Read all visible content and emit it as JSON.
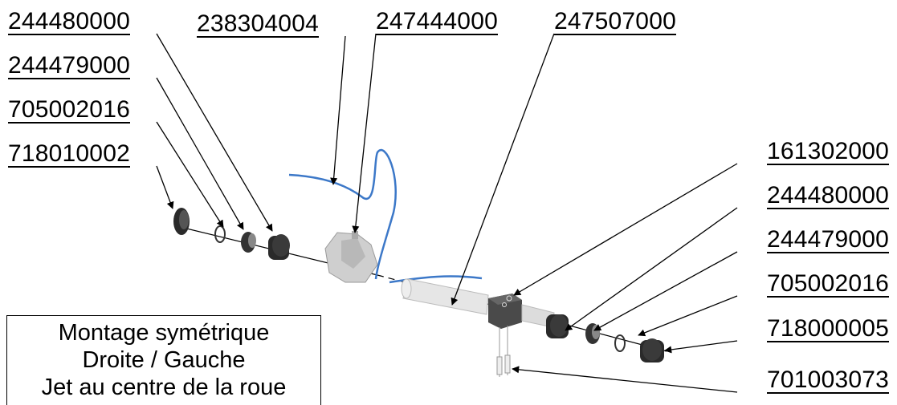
{
  "labels": {
    "l_244480000_a": "244480000",
    "l_238304004": "238304004",
    "l_247444000": "247444000",
    "l_247507000": "247507000",
    "l_244479000_a": "244479000",
    "l_705002016_a": "705002016",
    "l_718010002": "718010002",
    "l_161302000": "161302000",
    "l_244480000_b": "244480000",
    "l_244479000_b": "244479000",
    "l_705002016_b": "705002016",
    "l_718000005": "718000005",
    "l_701003073": "701003073"
  },
  "note": {
    "line1": "Montage symétrique",
    "line2": "Droite / Gauche",
    "line3": "Jet au centre de la roue"
  },
  "colors": {
    "hose": "#3c78c8",
    "part_dark": "#2a2a2a",
    "part_light": "#d8d8d8"
  }
}
